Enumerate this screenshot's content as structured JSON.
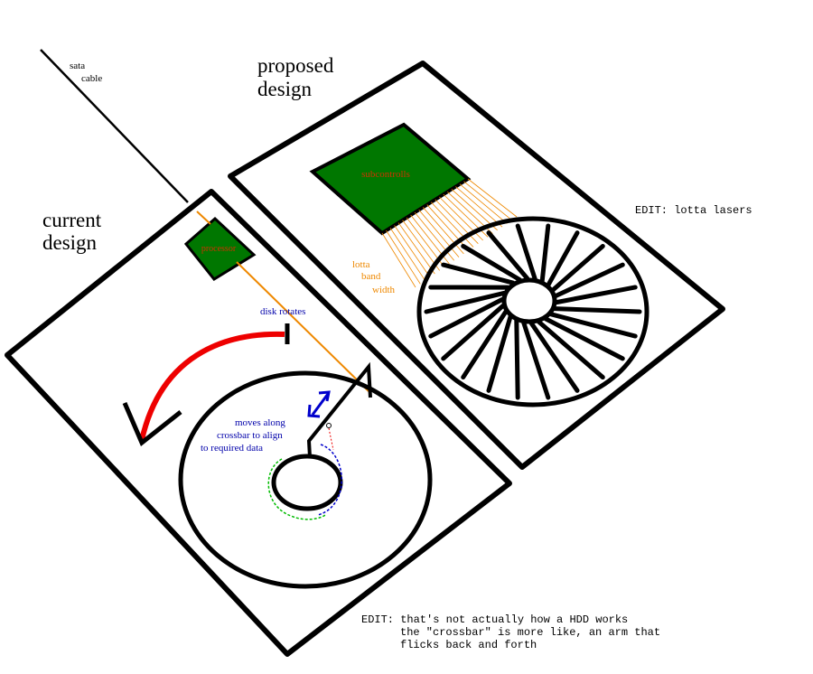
{
  "cable": {
    "label_line1": "sata",
    "label_line2": "cable"
  },
  "current": {
    "title_line1": "current",
    "title_line2": "design",
    "chip_label": "processor",
    "rotation_label": "disk rotates",
    "arm_note_line1": "moves along",
    "arm_note_line2": "crossbar to align",
    "arm_note_line3": "to required data"
  },
  "proposed": {
    "title_line1": "proposed",
    "title_line2": "design",
    "chip_label": "subcontrolls",
    "bandwidth_line1": "lotta",
    "bandwidth_line2": "band",
    "bandwidth_line3": "width",
    "edit_note": "EDIT: lotta lasers"
  },
  "bottom_note": {
    "line1": "EDIT: that's not actually how a HDD works",
    "line2": "the \"crossbar\" is more like, an arm that",
    "line3": "flicks back and forth"
  },
  "colors": {
    "outline": "#000000",
    "chip": "#007700",
    "chip_text": "#cc3300",
    "orange": "#ee8800",
    "red_arrow": "#ee0000",
    "blue": "#0000cc",
    "green_dash": "#00bb00"
  }
}
